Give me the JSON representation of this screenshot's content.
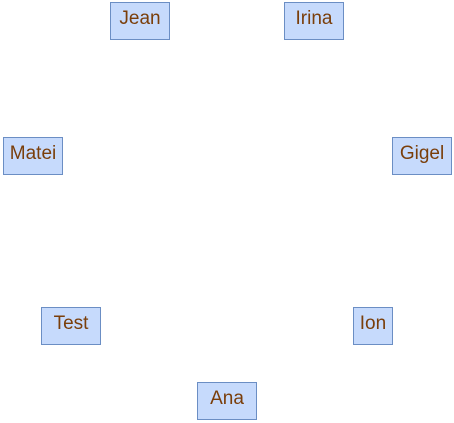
{
  "nodes": [
    {
      "label": "Jean"
    },
    {
      "label": "Irina"
    },
    {
      "label": "Matei"
    },
    {
      "label": "Gigel"
    },
    {
      "label": "Test"
    },
    {
      "label": "Ion"
    },
    {
      "label": "Ana"
    }
  ],
  "colors": {
    "node_fill": "#c6dafc",
    "node_border": "#6b8ec4",
    "node_text": "#7a3e0a",
    "background": "#ffffff"
  }
}
